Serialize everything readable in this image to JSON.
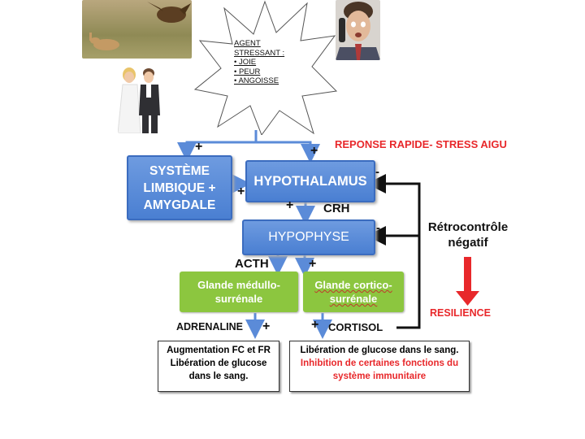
{
  "stressor": {
    "title": "AGENT STRESSANT :",
    "items": [
      "• JOIE",
      "• PEUR",
      "• ANGOISSE"
    ]
  },
  "nodes": {
    "limbic": [
      "SYSTÈME",
      "LIMBIQUE +",
      "AMYGDALE"
    ],
    "hypothalamus": "HYPOTHALAMUS",
    "hypophyse": "HYPOPHYSE",
    "medullo": [
      "Glande médullo-",
      "surrénale"
    ],
    "cortico": [
      "Glande cortico-",
      "surrénale"
    ]
  },
  "labels": {
    "fast_response": "REPONSE RAPIDE- STRESS AIGU",
    "crh": "CRH",
    "acth": "ACTH",
    "adrenaline": "ADRENALINE",
    "cortisol": "CORTISOL",
    "feedback": [
      "Rétrocontrôle",
      "négatif"
    ],
    "resilience": "RESILIENCE",
    "plus": "+",
    "minus": "-"
  },
  "effects": {
    "left": [
      "Augmentation FC et FR",
      "Libération de glucose",
      "dans le sang."
    ],
    "right_black": "Libération de glucose dans le sang.",
    "right_red": [
      "Inhibition de certaines fonctions du",
      "système immunitaire"
    ]
  },
  "colors": {
    "blue_box": "#4a7fd2",
    "green_box": "#8cc63f",
    "feedback_red": "#e8282b",
    "arrow_blue": "#5b8bd8"
  },
  "images": [
    "rabbit-and-predator-photo",
    "startled-man-on-phone-photo",
    "wedding-couple-photo"
  ]
}
